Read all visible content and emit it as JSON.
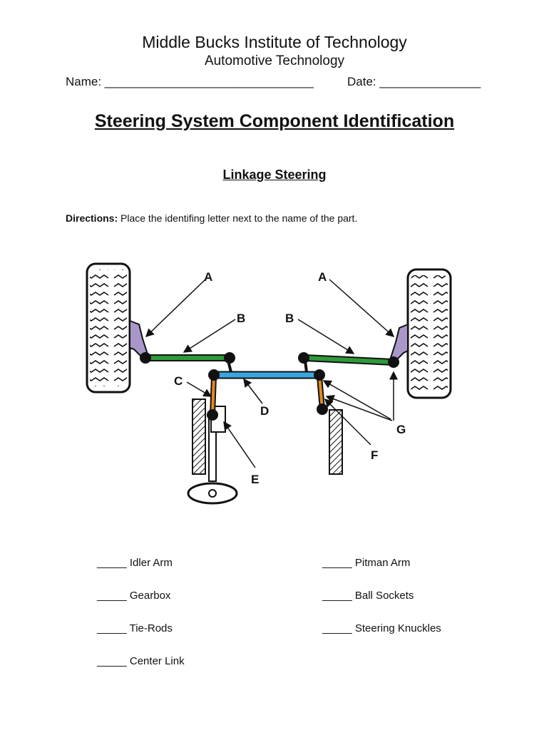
{
  "header": {
    "institution": "Middle Bucks Institute of Technology",
    "department": "Automotive Technology",
    "name_line": "Name: _______________________________",
    "date_line": "Date: _______________"
  },
  "title": "Steering System Component Identification",
  "subtitle": "Linkage Steering",
  "directions": {
    "label": "Directions:",
    "text": " Place the identifing letter next to the name of the part."
  },
  "diagram": {
    "labels": [
      "A",
      "A",
      "B",
      "B",
      "C",
      "D",
      "E",
      "F",
      "G"
    ],
    "colors": {
      "tie_rod": "#2e9a3a",
      "center_link": "#3aa6e0",
      "arm": "#e58a1f",
      "knuckle": "#a897c8",
      "joint": "#111111"
    }
  },
  "parts_left": [
    "_____ Idler Arm",
    "_____ Gearbox",
    "_____ Tie-Rods",
    "_____ Center Link"
  ],
  "parts_right": [
    "_____ Pitman Arm",
    "_____ Ball Sockets",
    "_____ Steering Knuckles"
  ]
}
